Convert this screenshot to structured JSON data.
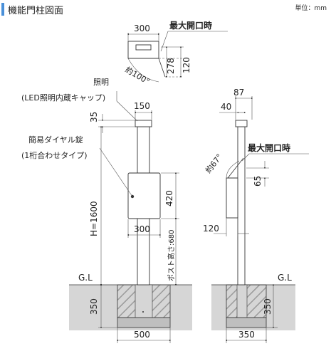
{
  "header": {
    "title": "機能門柱図面",
    "unit": "単位：mm",
    "accent_color": "#4a90d9"
  },
  "front_view": {
    "max_open_label": "最大開口時",
    "top_width": "300",
    "lid_depth": "278",
    "lid_height": "120",
    "open_angle": "約100°",
    "light_label": "照明",
    "light_sub": "(LED照明内蔵キャップ)",
    "cap_height": "35",
    "post_width": "150",
    "lock_label": "簡易ダイヤル錠",
    "lock_sub": "(1桁合わせタイプ)",
    "total_height": "H=1600",
    "box_height": "420",
    "box_width": "300",
    "post_height_label": "ポスト高さ:680",
    "ground_label": "G.L",
    "footing_depth": "350",
    "footing_width": "500"
  },
  "side_view": {
    "top_depth": "87",
    "post_depth": "40",
    "max_open_label": "最大開口時",
    "open_angle": "約67°",
    "lid_height": "65",
    "box_depth": "120",
    "ground_label": "G.L",
    "footing_depth": "350",
    "footing_width": "350"
  },
  "colors": {
    "ground": "#d6d6d6",
    "hatch": "#9a9a9a",
    "line": "#333333"
  }
}
